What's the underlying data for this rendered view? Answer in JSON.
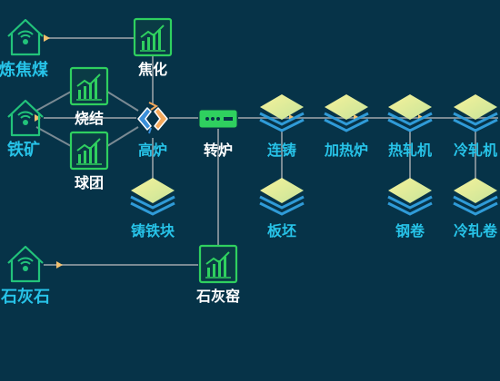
{
  "colors": {
    "background": "#063348",
    "line": "#7a8a93",
    "chart_icon": "#2fd05f",
    "house_icon": "#22c37a",
    "layer_top": "#f3f08c",
    "layer_bottom": "#2f9bd8",
    "label_white": "#ffffff",
    "label_cyan": "#27c3e8",
    "arrow": "#f3c06e"
  },
  "nodes": {
    "coking_coal": {
      "label": "炼焦煤",
      "icon": "house-icon"
    },
    "coking": {
      "label": "焦化",
      "icon": "chart-icon"
    },
    "sintering": {
      "label": "烧结",
      "icon": "chart-icon"
    },
    "iron_ore": {
      "label": "铁矿",
      "icon": "house-icon"
    },
    "pellet": {
      "label": "球团",
      "icon": "chart-icon"
    },
    "blast_furnace": {
      "label": "高炉",
      "icon": "blast-furnace-icon"
    },
    "converter": {
      "label": "转炉",
      "icon": "router-icon"
    },
    "casting": {
      "label": "连铸",
      "icon": "layers-icon"
    },
    "reheating": {
      "label": "加热炉",
      "icon": "layers-icon"
    },
    "hot_rolling": {
      "label": "热轧机",
      "icon": "layers-icon"
    },
    "cold_rolling": {
      "label": "冷轧机",
      "icon": "layers-icon"
    },
    "pig_iron": {
      "label": "铸铁块",
      "icon": "layers-icon"
    },
    "slab": {
      "label": "板坯",
      "icon": "layers-icon"
    },
    "coil": {
      "label": "钢卷",
      "icon": "layers-icon"
    },
    "cold_coil": {
      "label": "冷轧卷",
      "icon": "layers-icon"
    },
    "limestone": {
      "label": "石灰石",
      "icon": "house-icon"
    },
    "lime_kiln": {
      "label": "石灰窑",
      "icon": "chart-icon"
    }
  }
}
